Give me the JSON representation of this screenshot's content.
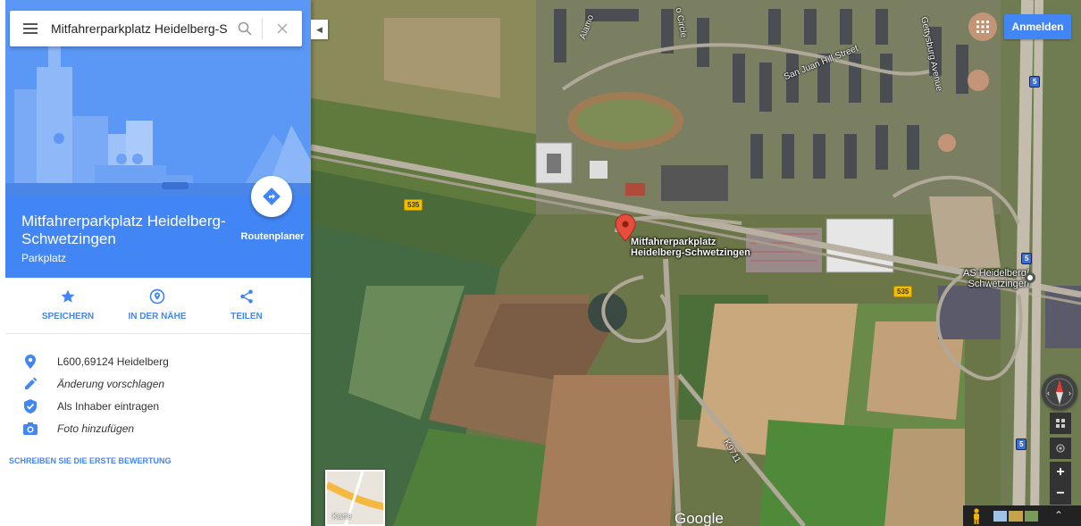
{
  "search": {
    "value": "Mitfahrerparkplatz Heidelberg-Schwetzingen",
    "display": "Mitfahrerparkplatz Heidelberg-Sc"
  },
  "place": {
    "title": "Mitfahrerparkplatz Heidelberg-Schwetzingen",
    "type": "Parkplatz",
    "route_label": "Routenplaner"
  },
  "actions": [
    {
      "label": "SPEICHERN",
      "icon": "star-icon"
    },
    {
      "label": "IN DER NÄHE",
      "icon": "nearby-icon"
    },
    {
      "label": "TEILEN",
      "icon": "share-icon"
    }
  ],
  "info": [
    {
      "text": "L600,69124 Heidelberg",
      "icon": "location-pin-icon"
    },
    {
      "text": "Änderung vorschlagen",
      "icon": "pencil-icon"
    },
    {
      "text": "Als Inhaber eintragen",
      "icon": "verified-shield-icon"
    },
    {
      "text": "Foto hinzufügen",
      "icon": "camera-icon"
    }
  ],
  "review_link": "SCHREIBEN SIE DIE ERSTE BEWERTUNG",
  "header": {
    "signin_label": "Anmelden"
  },
  "map": {
    "marker_label_line1": "Mitfahrerparkplatz",
    "marker_label_line2": "Heidelberg-Schwetzingen",
    "junction_line1": "AS Heidelberg/",
    "junction_line2": "Schwetzingen",
    "street_san_juan": "San Juan Hill Street",
    "street_gettysburg": "Gettysburg Avenue",
    "street_alamo": "Alamo",
    "street_circle": "o Circle",
    "road_k9711": "K9711",
    "shield_535_a": "535",
    "shield_535_b": "535",
    "shield_5_a": "5",
    "shield_5_b": "5",
    "shield_5_c": "5",
    "minimap_label": "Karte",
    "logo": "Google"
  },
  "colors": {
    "accent": "#4285f4",
    "hero": "#4285f4",
    "marker": "#e74c3c"
  }
}
